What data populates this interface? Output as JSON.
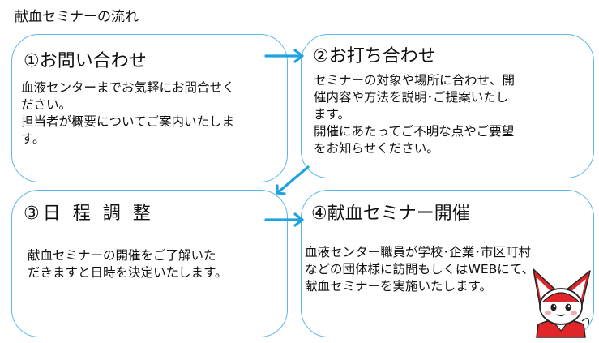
{
  "title": "献血セミナーの流れ",
  "steps": [
    {
      "heading": "①お問い合わせ",
      "lines": [
        "血液センターまでお気軽にお問合せく",
        "ださい。",
        "担当者が概要についてご案内いたしま",
        "す。"
      ]
    },
    {
      "heading": "②お打ち合わせ",
      "lines": [
        "セミナーの対象や場所に合わせ、開",
        "催内容や方法を説明･ご提案いたし",
        "ます。",
        "開催にあたってご不明な点やご要望",
        "をお知らせください。"
      ]
    },
    {
      "heading": "③日 程 調 整",
      "lines": [
        "献血セミナーの開催をご了解いた",
        "だきますと日時を決定いたします。"
      ]
    },
    {
      "heading": "④献血セミナー開催",
      "lines": [
        "血液センター職員が学校･企業･市区町村",
        "などの団体様に訪問もしくはWEBにて、",
        "献血セミナーを実施いたします。"
      ]
    }
  ],
  "colors": {
    "border": "#5ab7e6",
    "arrow": "#1fa3de",
    "mascot_red": "#e0262b"
  },
  "icons": [
    "mascot-character"
  ]
}
